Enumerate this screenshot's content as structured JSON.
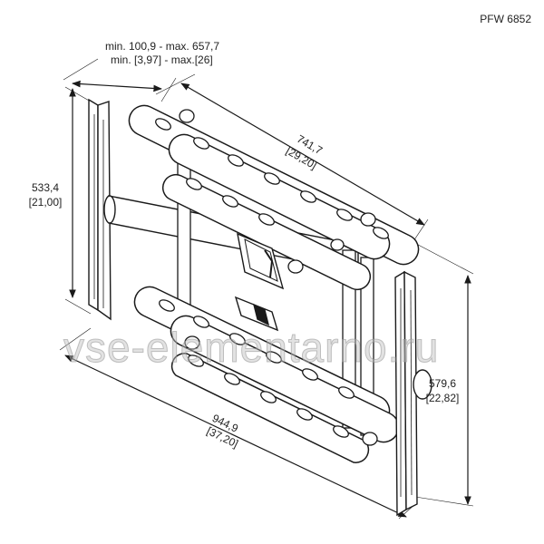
{
  "model": "PFW 6852",
  "dimensions": {
    "depth_metric": "min. 100,9 - max. 657,7",
    "depth_imperial": "min. [3,97] - max.[26]",
    "height_left_metric": "533,4",
    "height_left_imperial": "[21,00]",
    "top_width_metric": "741,7",
    "top_width_imperial": "[29,20]",
    "total_width_metric": "944,9",
    "total_width_imperial": "[37,20]",
    "height_right_metric": "579,6",
    "height_right_imperial": "[22,82]"
  },
  "watermark": "vse-elementarno.ru",
  "colors": {
    "line": "#1a1a1a",
    "fill": "#ffffff"
  }
}
